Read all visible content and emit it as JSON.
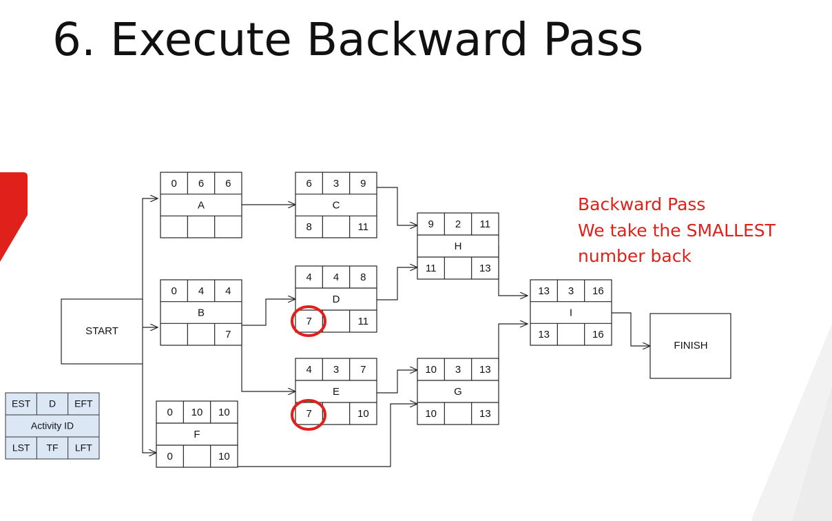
{
  "slide": {
    "title": "6. Execute Backward Pass",
    "note": [
      "Backward Pass",
      "We take the SMALLEST",
      "number back"
    ]
  },
  "legend": {
    "top": [
      "EST",
      "D",
      "EFT"
    ],
    "mid": "Activity ID",
    "bottom": [
      "LST",
      "TF",
      "LFT"
    ]
  },
  "nodes": {
    "start": "START",
    "finish": "FINISH",
    "A": {
      "id": "A",
      "top": [
        "0",
        "6",
        "6"
      ],
      "bottom": [
        "",
        "",
        ""
      ]
    },
    "B": {
      "id": "B",
      "top": [
        "0",
        "4",
        "4"
      ],
      "bottom": [
        "",
        "",
        "7"
      ]
    },
    "C": {
      "id": "C",
      "top": [
        "6",
        "3",
        "9"
      ],
      "bottom": [
        "8",
        "",
        "11"
      ]
    },
    "D": {
      "id": "D",
      "top": [
        "4",
        "4",
        "8"
      ],
      "bottom": [
        "7",
        "",
        "11"
      ]
    },
    "E": {
      "id": "E",
      "top": [
        "4",
        "3",
        "7"
      ],
      "bottom": [
        "7",
        "",
        "10"
      ]
    },
    "F": {
      "id": "F",
      "top": [
        "0",
        "10",
        "10"
      ],
      "bottom": [
        "0",
        "",
        "10"
      ]
    },
    "G": {
      "id": "G",
      "top": [
        "10",
        "3",
        "13"
      ],
      "bottom": [
        "10",
        "",
        "13"
      ]
    },
    "H": {
      "id": "H",
      "top": [
        "9",
        "2",
        "11"
      ],
      "bottom": [
        "11",
        "",
        "13"
      ]
    },
    "I": {
      "id": "I",
      "top": [
        "13",
        "3",
        "16"
      ],
      "bottom": [
        "13",
        "",
        "16"
      ]
    }
  },
  "colors": {
    "accent": "#e0201b",
    "legend_fill": "#dbe7f5",
    "line": "#222222"
  }
}
